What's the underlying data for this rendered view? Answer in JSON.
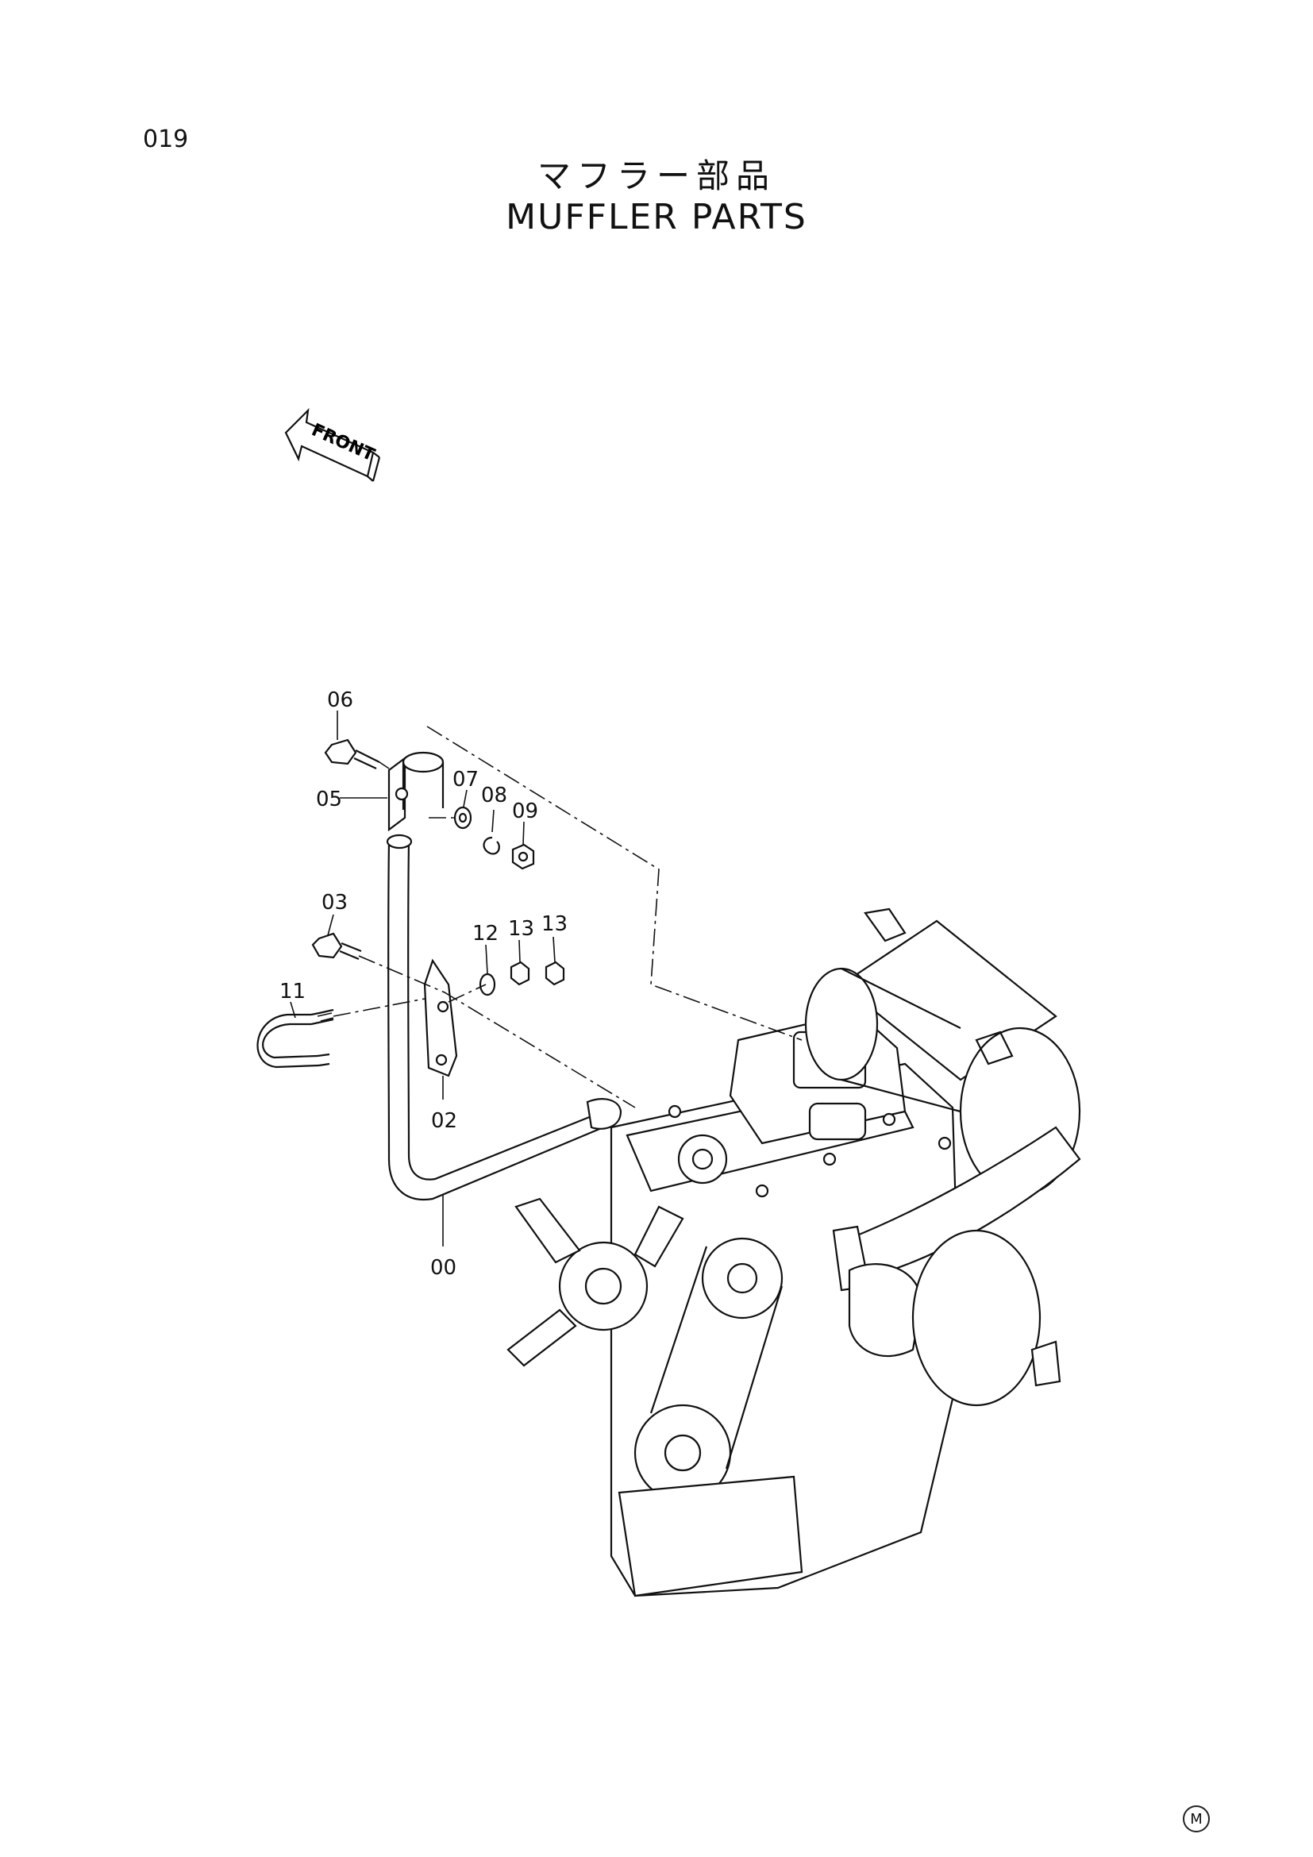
{
  "page_number": "019",
  "title_ja": "マフラー部品",
  "title_en": "MUFFLER PARTS",
  "front_label": "FRONT",
  "maker_mark": "M",
  "callouts": {
    "c00": "00",
    "c02": "02",
    "c03": "03",
    "c05": "05",
    "c06": "06",
    "c07": "07",
    "c08": "08",
    "c09": "09",
    "c11": "11",
    "c12": "12",
    "c13a": "13",
    "c13b": "13"
  }
}
